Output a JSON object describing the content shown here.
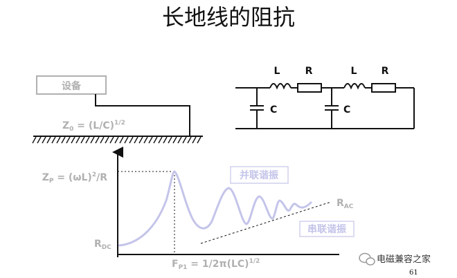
{
  "title": "长地线的阻抗",
  "device_label": "设备",
  "z0_formula": "Z",
  "z0_sub": "0",
  "z0_rest": " = (L/C)",
  "z0_sup": "1/2",
  "circuit": {
    "L1": "L",
    "R1": "R",
    "C1": "C",
    "L2": "L",
    "R2": "R",
    "C2": "C"
  },
  "graph": {
    "zp_main": "Z",
    "zp_sub": "P",
    "zp_rest": " = (ωL)",
    "zp_sup": "2",
    "zp_tail": "/R",
    "rdc_main": "R",
    "rdc_sub": "DC",
    "rac_main": "R",
    "rac_sub": "AC",
    "parallel_resonance": "并联谐振",
    "series_resonance": "串联谐振",
    "fp1_main": "F",
    "fp1_sub": "P1",
    "fp1_rest": " = 1/2π(LC)",
    "fp1_sup": "1/2"
  },
  "watermark": "电磁兼容之家",
  "page_number": "61",
  "colors": {
    "curve": "#c4c4ea",
    "gray_text": "#b0b0b0",
    "lines": "#111111"
  }
}
